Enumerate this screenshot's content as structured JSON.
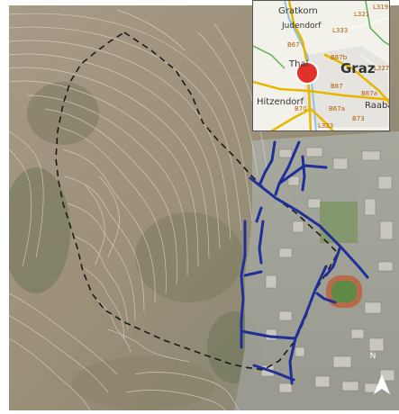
{
  "inset": {
    "places": [
      "Gratkorn",
      "Judendorf",
      "Thal",
      "Graz",
      "Hitzendorf",
      "Raaba"
    ],
    "roads": [
      "L321",
      "L319",
      "B67",
      "L333",
      "B67b",
      "L327",
      "B67a",
      "B67a",
      "B70",
      "B73",
      "L323",
      "B67"
    ]
  },
  "north_arrow": {
    "label": "N"
  },
  "colors": {
    "boundary": "#1a1a1a",
    "network": "#1f2f9a",
    "marker": "#e0312b",
    "inset_road": "#e8b500"
  }
}
